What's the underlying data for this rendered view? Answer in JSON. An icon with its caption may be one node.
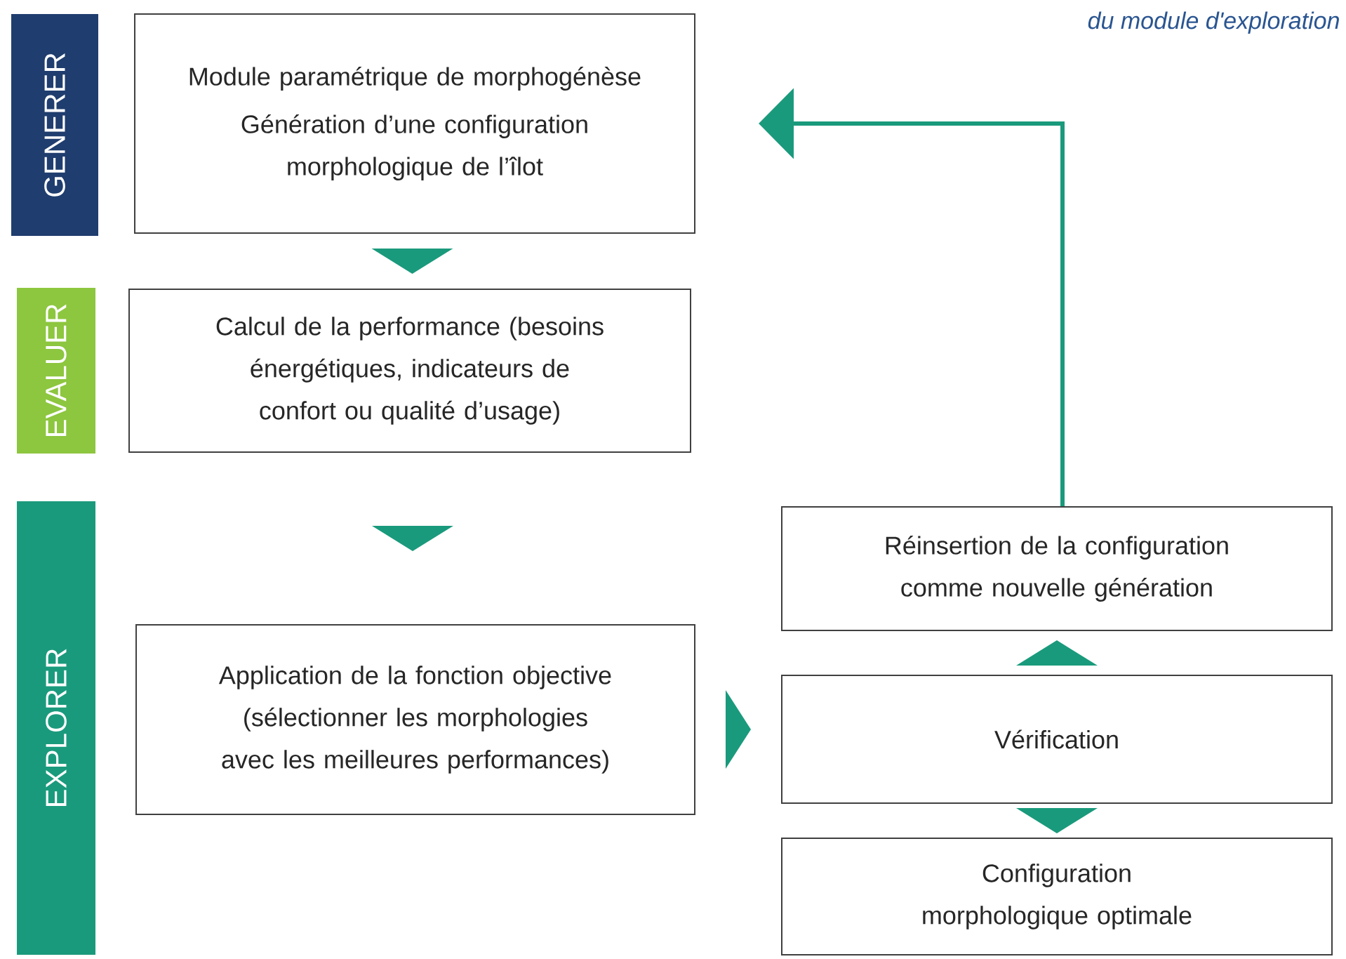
{
  "diagram": {
    "nodes": [
      {
        "text": [
          "GENERER"
        ]
      },
      {
        "text": [
          "EVALUER"
        ]
      },
      {
        "text": [
          "EXPLORER"
        ]
      },
      {
        "text": [
          "Module paramétrique de morphogénèse",
          "Génération d’une configuration morphologique de l’îlot"
        ]
      },
      {
        "text": [
          "Calcul de la performance (besoins énergétiques, indicateurs de confort ou qualité d’usage)"
        ]
      },
      {
        "text": [
          "Application de la fonction objective (sélectionner les morphologies avec les meilleures performances)"
        ]
      },
      {
        "text": [
          "Réinsertion de la configuration comme nouvelle génération"
        ]
      },
      {
        "text": [
          "Vérification"
        ]
      },
      {
        "text": [
          "Configuration morphologique optimale"
        ]
      }
    ],
    "edges": [
      {
        "from": 3,
        "to": 4,
        "arrow": "to"
      },
      {
        "from": 4,
        "to": 5,
        "arrow": "to"
      },
      {
        "from": 5,
        "to": 7,
        "arrow": "to"
      },
      {
        "from": 7,
        "to": 6,
        "arrow": "to"
      },
      {
        "from": 7,
        "to": 8,
        "arrow": "to"
      },
      {
        "from": 6,
        "to": 3,
        "arrow": "to"
      }
    ],
    "labels": [
      "du module d'exploration"
    ]
  }
}
